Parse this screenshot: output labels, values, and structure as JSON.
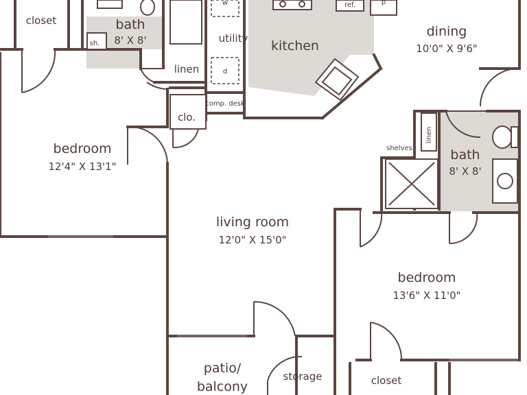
{
  "rooms": {
    "closet_top": "closet",
    "bath1_name": "bath",
    "bath1_dim": "8' X 8'",
    "shower": "sh.",
    "utility": "utility",
    "washer": "w",
    "dryer": "d",
    "kitchen": "kitchen",
    "refrigerator": "ref.",
    "pantry": "p",
    "dining_name": "dining",
    "dining_dim": "10'0\" X 9'6\"",
    "linen1": "linen",
    "comp_desk": "comp. desk",
    "clo": "clo.",
    "bedroom1_name": "bedroom",
    "bedroom1_dim": "12'4\" X 13'1\"",
    "shelves": "shelves",
    "linen2": "linen",
    "bath2_name": "bath",
    "bath2_dim": "8' X 8'",
    "living_name": "living room",
    "living_dim": "12'0\" X 15'0\"",
    "bedroom2_name": "bedroom",
    "bedroom2_dim": "13'6\" X 11'0\"",
    "patio_line1": "patio/",
    "patio_line2": "balcony",
    "storage": "storage",
    "closet_bottom": "closet"
  }
}
